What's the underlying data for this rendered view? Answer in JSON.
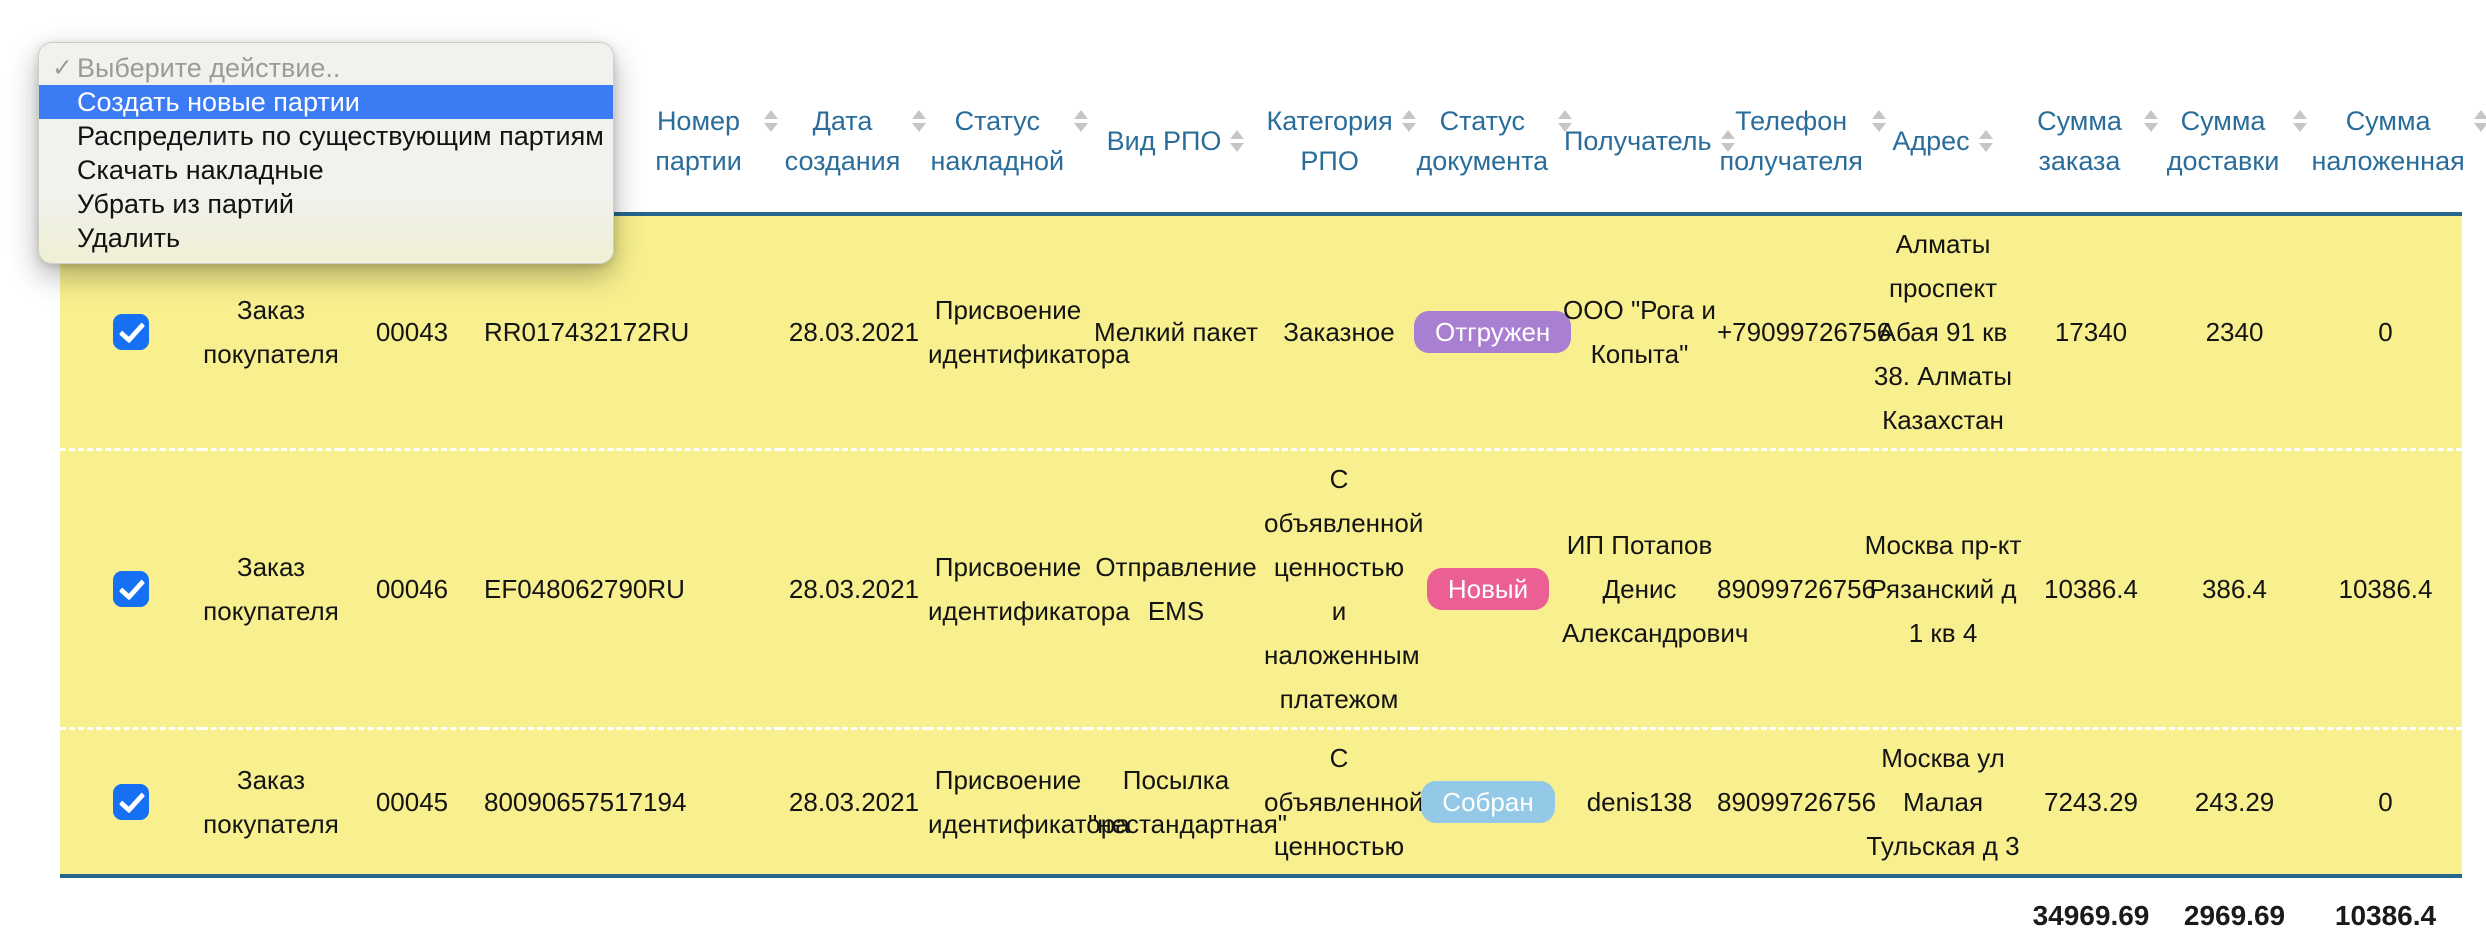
{
  "colors": {
    "row_yellow": "#f8f08e",
    "header_text": "#2a6d9a",
    "border_teal": "#24668c",
    "checkbox_blue": "#1670f3",
    "menu_highlight_blue": "#3b7bf4",
    "badge_shipped_purple": "#a87fd1",
    "badge_new_pink": "#ec5f95",
    "badge_collected_blue": "#93c9e6"
  },
  "dropdown": {
    "items": [
      {
        "label": "Выберите действие..",
        "placeholder": true,
        "checked": true
      },
      {
        "label": "Создать новые партии",
        "selected": true
      },
      {
        "label": "Распределить по существующим партиям"
      },
      {
        "label": "Скачать накладные"
      },
      {
        "label": "Убрать из партий"
      },
      {
        "label": "Удалить"
      }
    ]
  },
  "table": {
    "columns": [
      {
        "key": "checkbox",
        "label": "",
        "sortable": false
      },
      {
        "key": "doc_type",
        "label": "",
        "sortable": false
      },
      {
        "key": "number",
        "label": "",
        "sortable": false
      },
      {
        "key": "track",
        "label": "",
        "sortable": true
      },
      {
        "key": "batch",
        "label": "Номер партии",
        "sortable": true
      },
      {
        "key": "created",
        "label": "Дата создания",
        "sortable": true
      },
      {
        "key": "invoice_status",
        "label": "Статус накладной",
        "sortable": true
      },
      {
        "key": "rpo_type",
        "label": "Вид РПО",
        "sortable": true
      },
      {
        "key": "rpo_category",
        "label": "Категория РПО",
        "sortable": true
      },
      {
        "key": "doc_status",
        "label": "Статус документа",
        "sortable": true
      },
      {
        "key": "recipient",
        "label": "Получатель",
        "sortable": true
      },
      {
        "key": "phone",
        "label": "Телефон получателя",
        "sortable": true
      },
      {
        "key": "address",
        "label": "Адрес",
        "sortable": true
      },
      {
        "key": "order_sum",
        "label": "Сумма заказа",
        "sortable": true
      },
      {
        "key": "delivery_sum",
        "label": "Сумма доставки",
        "sortable": true
      },
      {
        "key": "cod_sum",
        "label": "Сумма наложенная",
        "sortable": true
      }
    ],
    "rows": [
      {
        "checked": true,
        "doc_type": "Заказ покупателя",
        "number": "00043",
        "track": "RR017432172RU",
        "batch": "",
        "created": "28.03.2021",
        "invoice_status": "Присвоение идентификатора",
        "rpo_type": "Мелкий пакет",
        "rpo_category": "Заказное",
        "doc_status": {
          "label": "Отгружен",
          "bg": "#a87fd1"
        },
        "recipient": "ООО \"Рога и Копыта\"",
        "phone": "+79099726756",
        "address": "Алматы проспект Абая 91 кв 38. Алматы Казахстан",
        "order_sum": "17340",
        "delivery_sum": "2340",
        "cod_sum": "0"
      },
      {
        "checked": true,
        "doc_type": "Заказ покупателя",
        "number": "00046",
        "track": "EF048062790RU",
        "batch": "",
        "created": "28.03.2021",
        "invoice_status": "Присвоение идентификатора",
        "rpo_type": "Отправление EMS",
        "rpo_category": "С объявленной ценностью и наложенным платежом",
        "doc_status": {
          "label": "Новый",
          "bg": "#ec5f95"
        },
        "recipient": "ИП Потапов Денис Александрович",
        "phone": "89099726756",
        "address": "Москва пр-кт Рязанский д 1 кв 4",
        "order_sum": "10386.4",
        "delivery_sum": "386.4",
        "cod_sum": "10386.4"
      },
      {
        "checked": true,
        "doc_type": "Заказ покупателя",
        "number": "00045",
        "track": "80090657517194",
        "batch": "",
        "created": "28.03.2021",
        "invoice_status": "Присвоение идентификатора",
        "rpo_type": "Посылка \"нестандартная\"",
        "rpo_category": "С объявленной ценностью",
        "doc_status": {
          "label": "Собран",
          "bg": "#93c9e6"
        },
        "recipient": "denis138",
        "phone": "89099726756",
        "address": "Москва ул Малая Тульская д 3",
        "order_sum": "7243.29",
        "delivery_sum": "243.29",
        "cod_sum": "0"
      }
    ],
    "totals": {
      "order_sum": "34969.69",
      "delivery_sum": "2969.69",
      "cod_sum": "10386.4"
    }
  }
}
